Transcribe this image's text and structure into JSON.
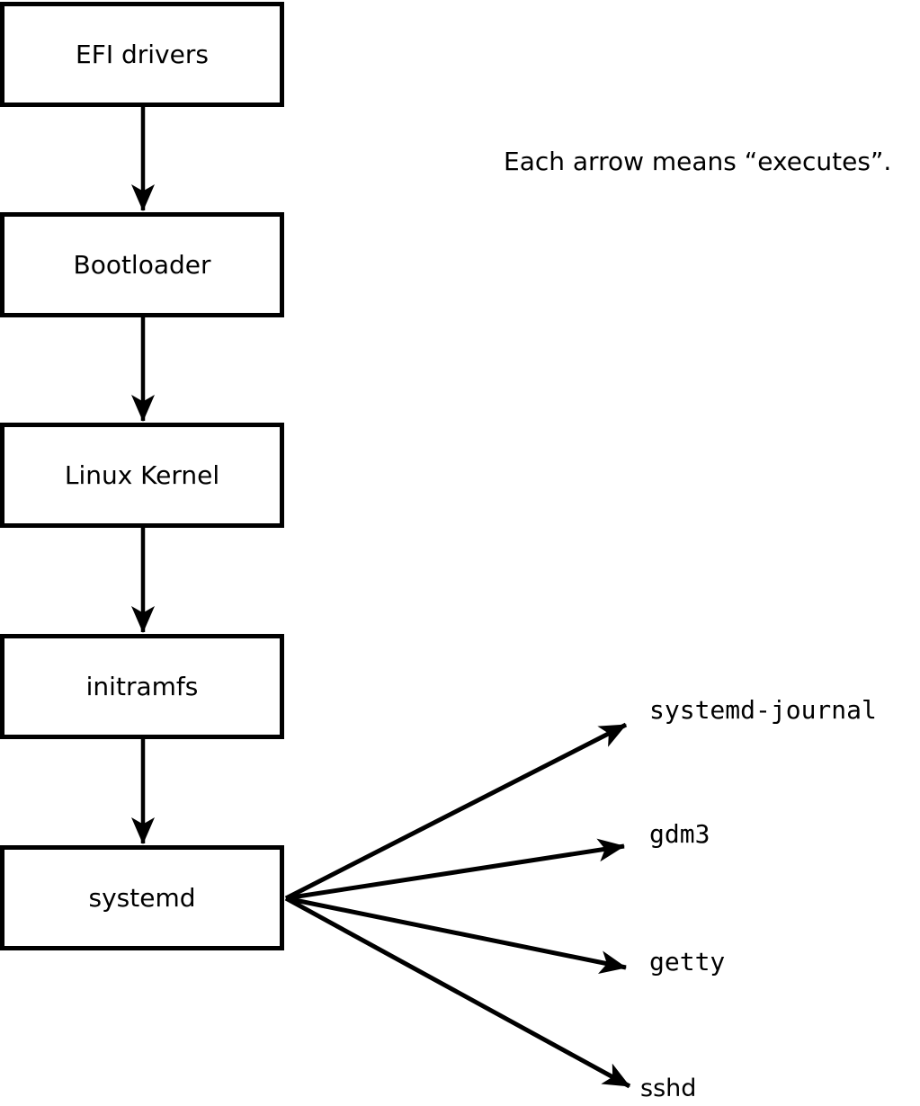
{
  "caption": "Each arrow means “executes”.",
  "chain": [
    {
      "label": "EFI drivers"
    },
    {
      "label": "Bootloader"
    },
    {
      "label": "Linux Kernel"
    },
    {
      "label": "initramfs"
    },
    {
      "label": "systemd"
    }
  ],
  "services": [
    {
      "label": "systemd-journal"
    },
    {
      "label": "gdm3"
    },
    {
      "label": "getty"
    },
    {
      "label": "sshd"
    }
  ],
  "arrow_meaning": "executes",
  "colors": {
    "line": "#000000",
    "background": "#ffffff",
    "text": "#000000"
  }
}
